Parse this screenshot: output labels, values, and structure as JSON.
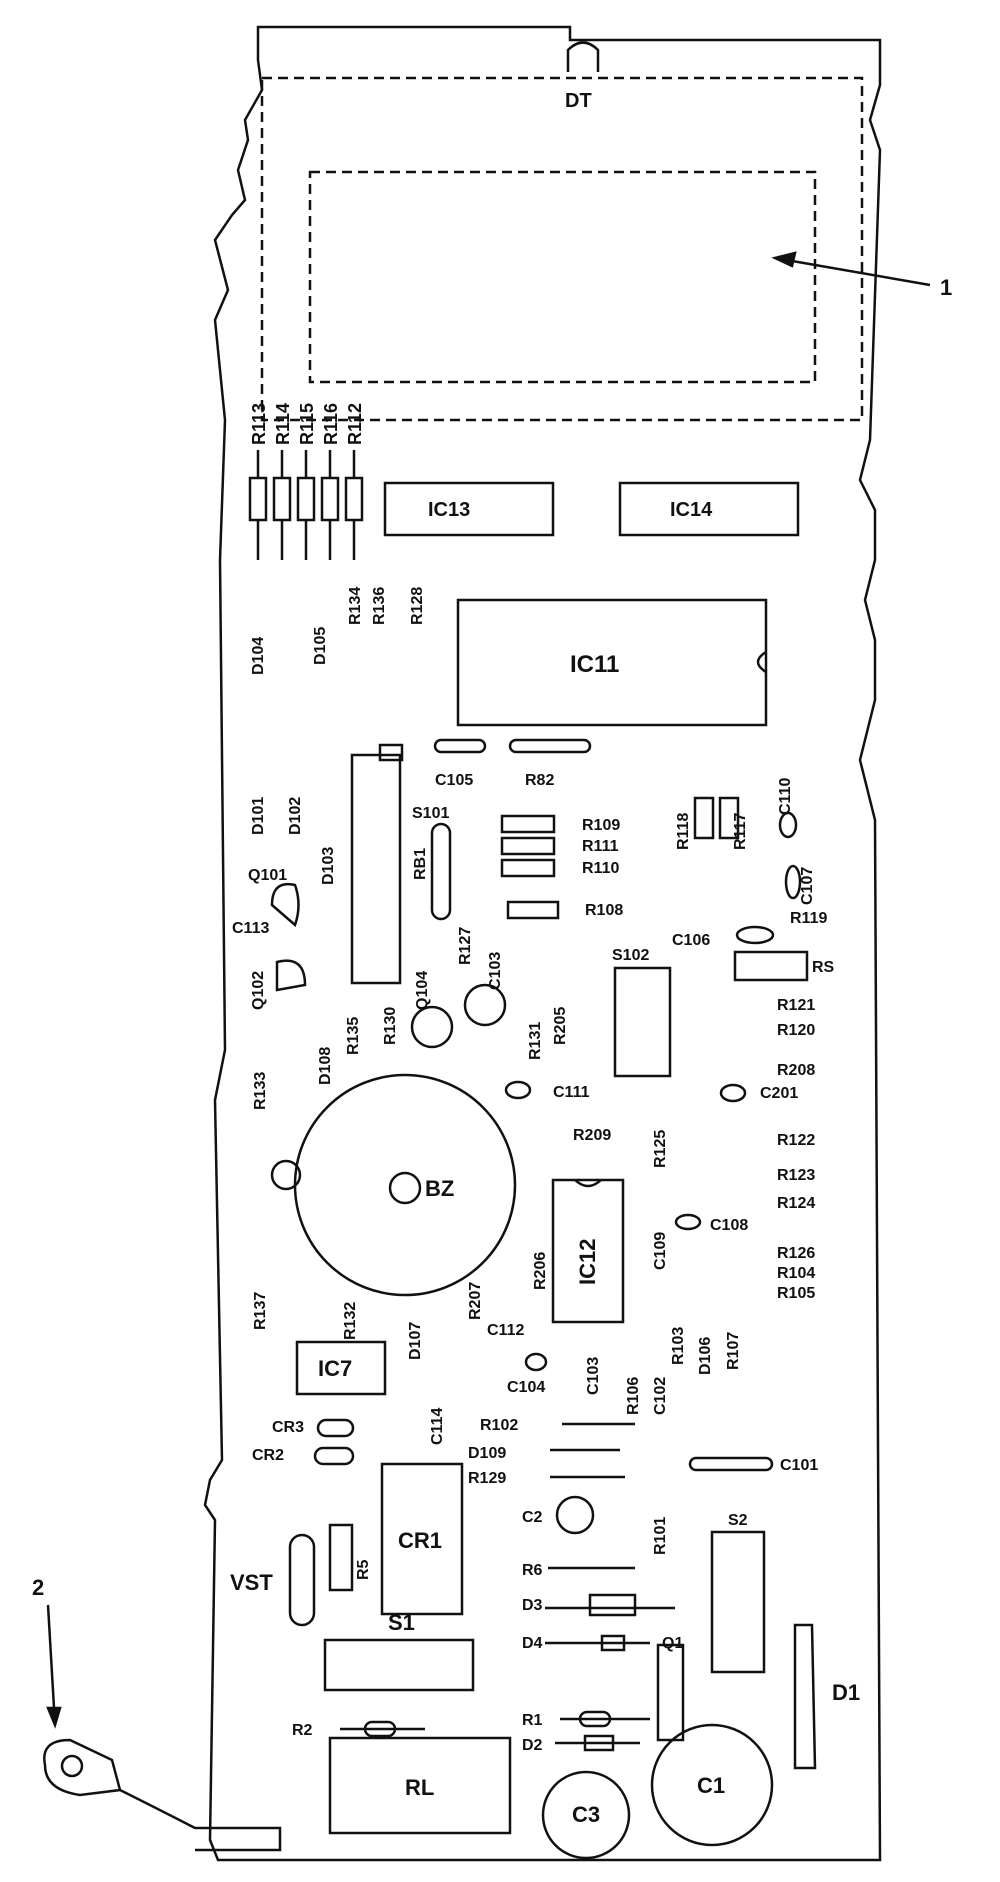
{
  "callouts": {
    "c1": "1",
    "c2": "2"
  },
  "top": {
    "dt": "DT"
  },
  "resistors_top": [
    "R113",
    "R114",
    "R115",
    "R116",
    "R112"
  ],
  "chips": {
    "ic13": "IC13",
    "ic14": "IC14",
    "ic11": "IC11",
    "ic12": "IC12",
    "ic7": "IC7"
  },
  "components": {
    "d104": "D104",
    "d105": "D105",
    "r134": "R134",
    "r136": "R136",
    "r128": "R128",
    "d101": "D101",
    "d102": "D102",
    "d103": "D103",
    "c105": "C105",
    "r82": "R82",
    "s101": "S101",
    "rb1": "RB1",
    "r109": "R109",
    "r111": "R111",
    "r110": "R110",
    "r108": "R108",
    "r118": "R118",
    "r117": "R117",
    "c110": "C110",
    "c107": "C107",
    "r119": "R119",
    "c106": "C106",
    "rs": "RS",
    "q101": "Q101",
    "c113": "C113",
    "q102": "Q102",
    "r127": "R127",
    "c103": "C103",
    "q104": "Q104",
    "s102": "S102",
    "r131": "R131",
    "r205": "R205",
    "r121": "R121",
    "r120": "R120",
    "r208": "R208",
    "c201": "C201",
    "r133": "R133",
    "d108": "D108",
    "r135": "R135",
    "r130": "R130",
    "c111": "C111",
    "r209": "R209",
    "r122": "R122",
    "bz": "BZ",
    "r125": "R125",
    "r123": "R123",
    "r124": "R124",
    "c109": "C109",
    "c108": "C108",
    "r126": "R126",
    "r104": "R104",
    "r105": "R105",
    "r137": "R137",
    "r132": "R132",
    "d107": "D107",
    "r207": "R207",
    "r206": "R206",
    "c112": "C112",
    "c104": "C104",
    "c103b": "C103",
    "r106": "R106",
    "c102": "C102",
    "r103": "R103",
    "d106": "D106",
    "r107": "R107",
    "c114": "C114",
    "cr3": "CR3",
    "cr2": "CR2",
    "r102": "R102",
    "d109": "D109",
    "r129": "R129",
    "c101": "C101",
    "cr1": "CR1",
    "c2": "C2",
    "r101": "R101",
    "s2": "S2",
    "vst": "VST",
    "r5": "R5",
    "r6": "R6",
    "d3": "D3",
    "d4": "D4",
    "q1": "Q1",
    "s1": "S1",
    "d1": "D1",
    "r1": "R1",
    "r2": "R2",
    "d2": "D2",
    "rl": "RL",
    "c3": "C3",
    "c1": "C1"
  }
}
